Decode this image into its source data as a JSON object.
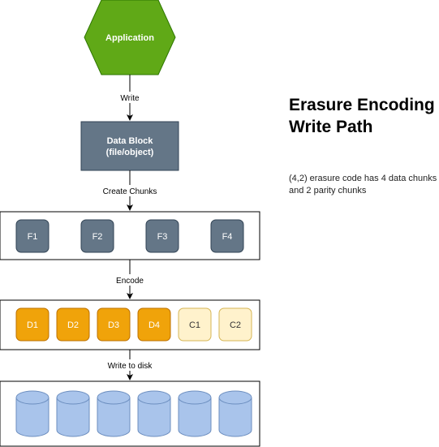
{
  "app": {
    "label": "Application"
  },
  "block": {
    "line1": "Data Block",
    "line2": "(file/object)"
  },
  "edges": {
    "write": "Write",
    "create_chunks": "Create Chunks",
    "encode": "Encode",
    "write_disk": "Write to disk"
  },
  "chunks": [
    "F1",
    "F2",
    "F3",
    "F4"
  ],
  "data_chunks": [
    "D1",
    "D2",
    "D3",
    "D4"
  ],
  "parity_chunks": [
    "C1",
    "C2"
  ],
  "disk_count": 6,
  "title": "Erasure Encoding Write Path",
  "note": "(4,2) erasure code has 4 data chunks and 2 parity chunks",
  "colors": {
    "app_fill": "#60a917",
    "app_stroke": "#2d7600",
    "block_fill": "#647687",
    "block_stroke": "#314354",
    "data_fill": "#f0a30a",
    "data_stroke": "#bd7000",
    "parity_fill": "#fff2cc",
    "parity_stroke": "#d6b656",
    "disk_fill": "#a9c4eb",
    "disk_stroke": "#6c8ebf"
  }
}
